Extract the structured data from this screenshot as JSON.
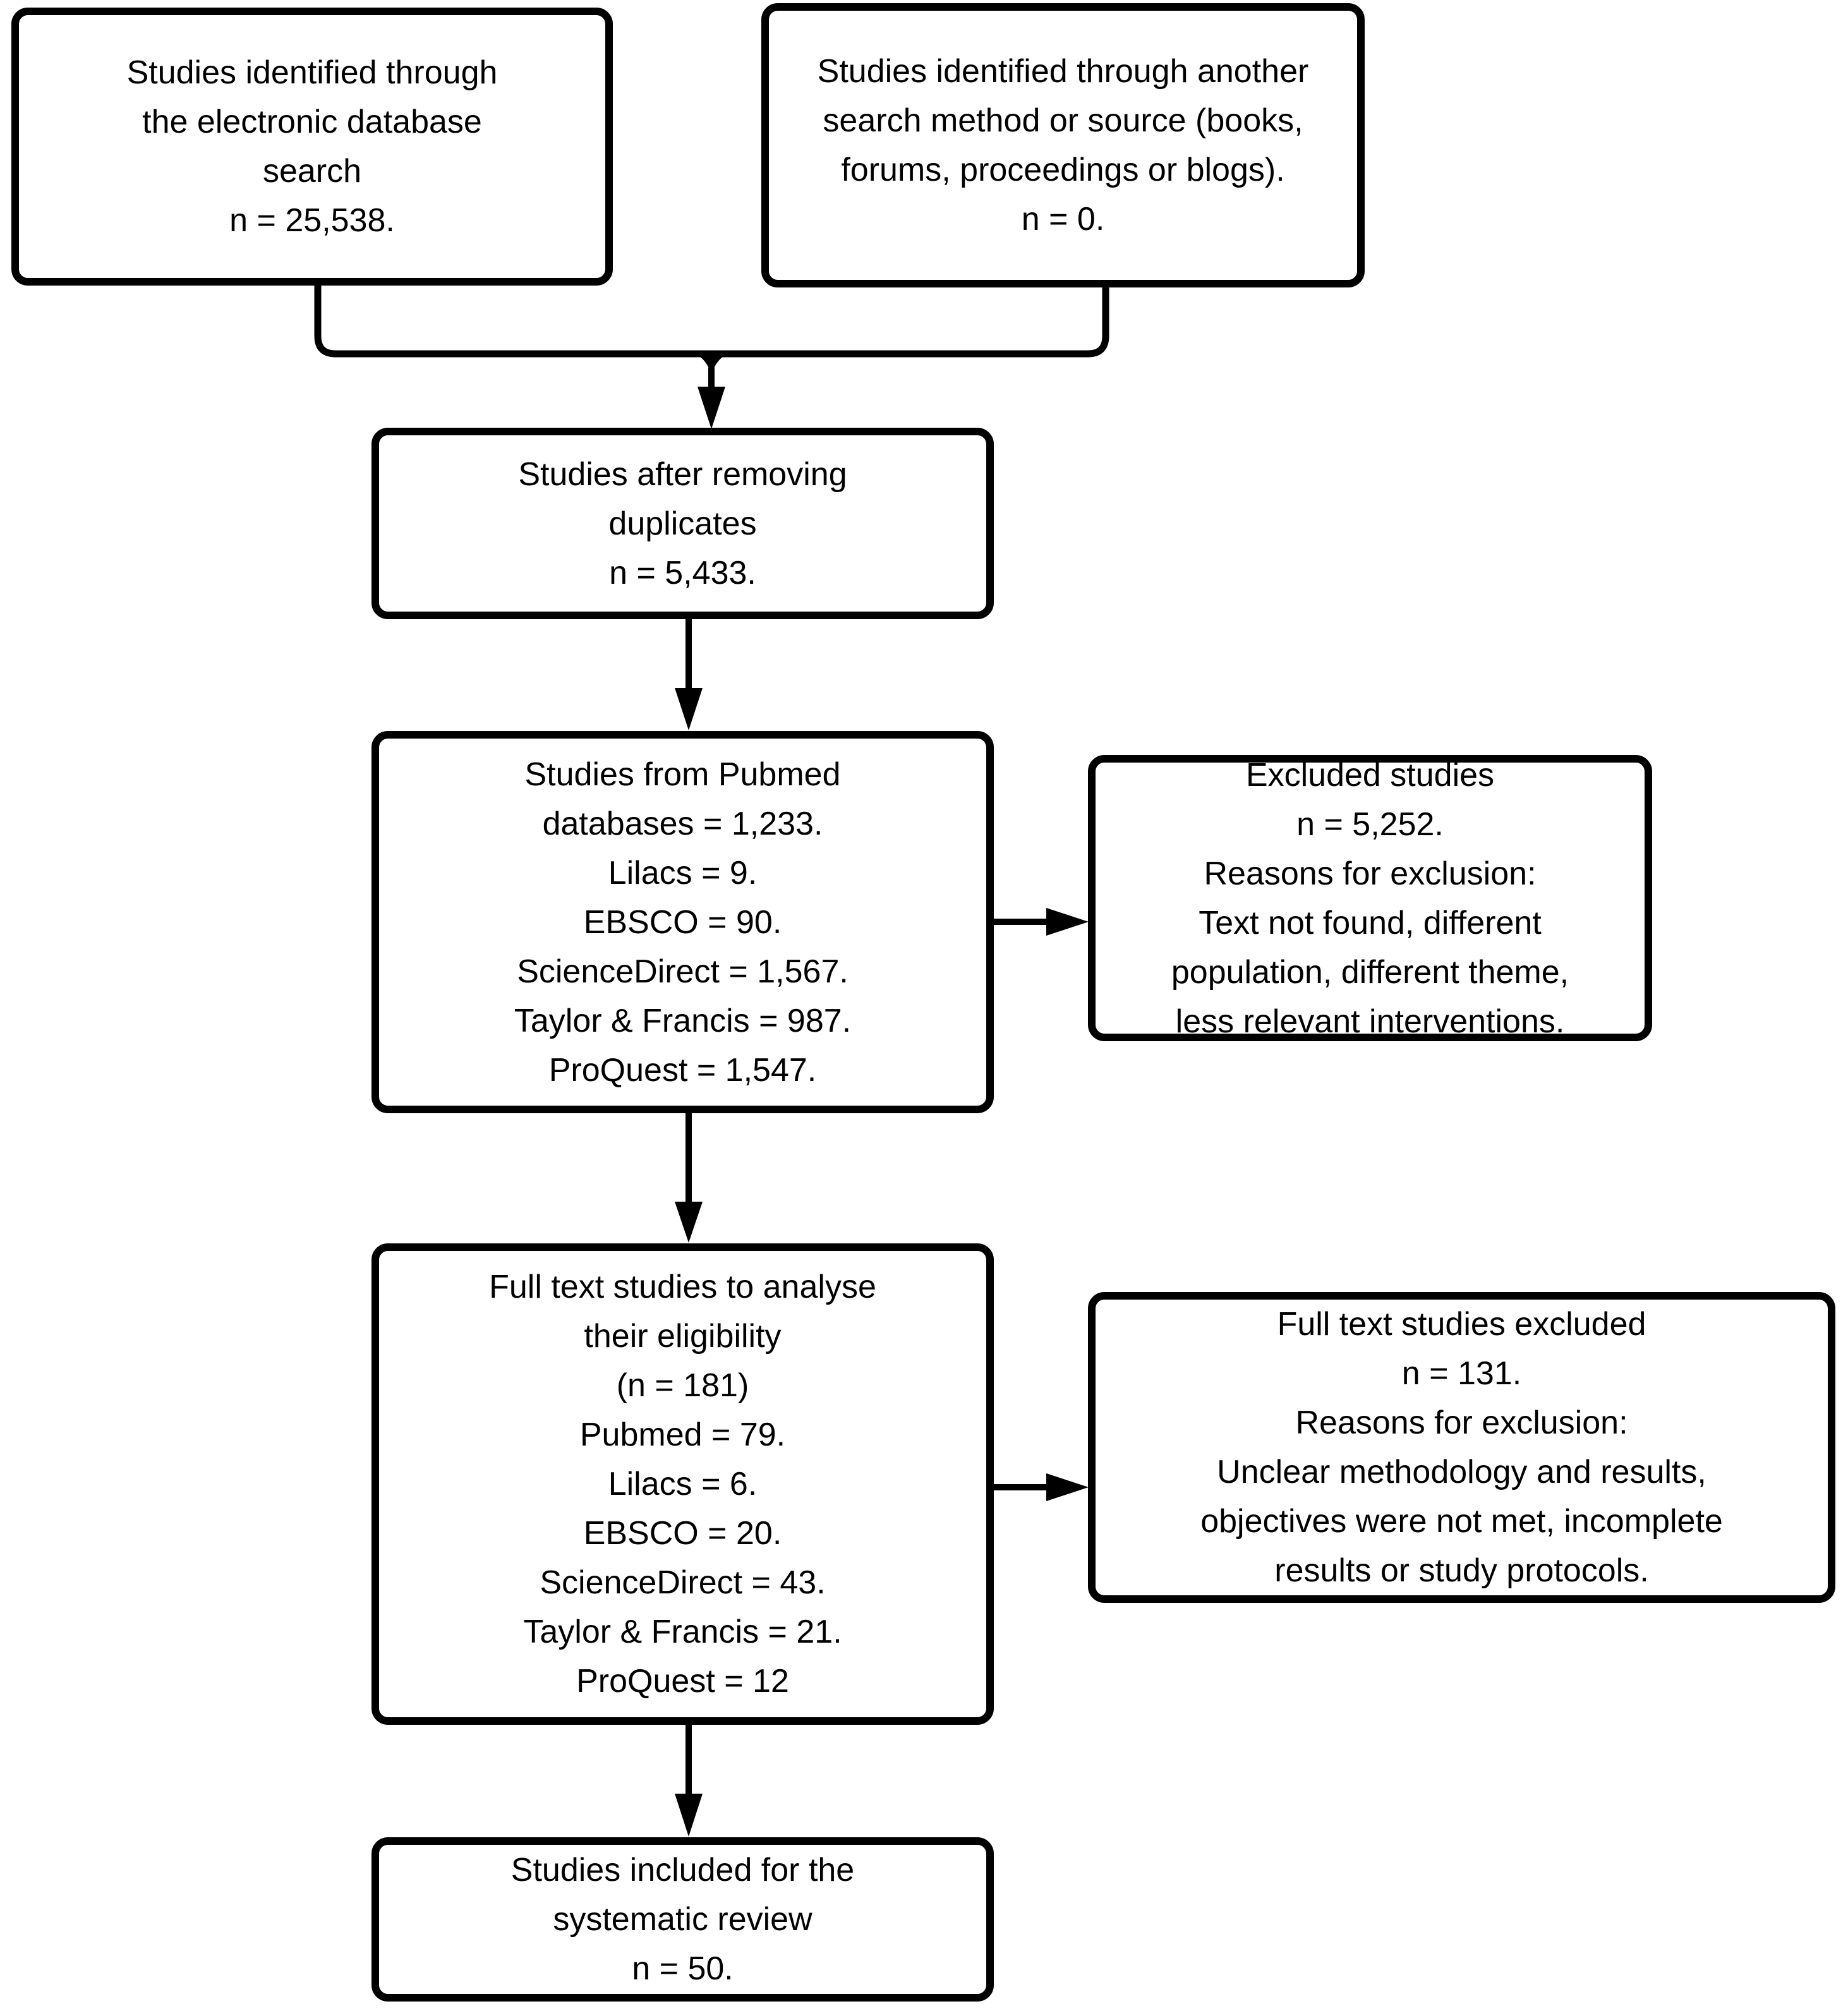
{
  "diagram": {
    "title": "Study selection flow diagram",
    "colors": {
      "line": "#000000",
      "box_border": "#000000",
      "box_fill": "#ffffff",
      "background": "#ffffff",
      "text": "#000000"
    },
    "boxes": {
      "identified_database": {
        "lines": [
          "Studies identified through",
          "the electronic database",
          "search",
          "n = 25,538."
        ]
      },
      "identified_other": {
        "lines": [
          "Studies identified through another",
          "search method or source (books,",
          "forums, proceedings or blogs).",
          "n = 0."
        ]
      },
      "after_duplicates": {
        "lines": [
          "Studies after removing",
          "duplicates",
          "n = 5,433."
        ]
      },
      "database_breakdown": {
        "lines": [
          "Studies from Pubmed",
          "databases = 1,233.",
          "Lilacs = 9.",
          "EBSCO = 90.",
          "ScienceDirect = 1,567.",
          "Taylor & Francis = 987.",
          "ProQuest = 1,547."
        ]
      },
      "excluded_studies": {
        "lines": [
          "Excluded studies",
          "n = 5,252.",
          "Reasons for exclusion:",
          "Text not found, different",
          "population, different theme,",
          "less relevant interventions."
        ]
      },
      "fulltext_eligibility": {
        "lines": [
          "Full text studies to analyse",
          "their eligibility",
          "(n = 181)",
          "Pubmed = 79.",
          "Lilacs = 6.",
          "EBSCO = 20.",
          "ScienceDirect = 43.",
          "Taylor & Francis = 21.",
          "ProQuest = 12"
        ]
      },
      "fulltext_excluded": {
        "lines": [
          "Full text studies excluded",
          "n = 131.",
          "Reasons for exclusion:",
          "Unclear methodology and results,",
          "objectives were not met, incomplete",
          "results or study protocols."
        ]
      },
      "included": {
        "lines": [
          "Studies included for the",
          "systematic review",
          "n = 50."
        ]
      }
    },
    "connectors": [
      "merge of identification boxes into duplicates-removed box",
      "duplicates-removed box to database-breakdown box",
      "database-breakdown box to excluded-studies box",
      "database-breakdown box to full-text-eligibility box",
      "full-text-eligibility box to full-text-excluded box",
      "full-text-eligibility box to included box"
    ]
  }
}
